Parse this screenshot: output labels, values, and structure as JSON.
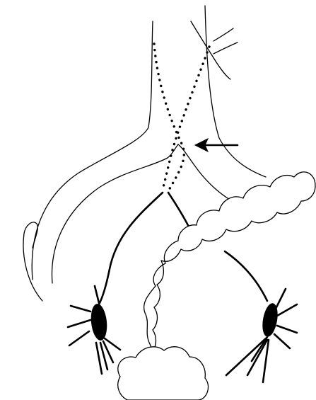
{
  "figure": {
    "ink_color": "#000000",
    "background_color": "#ffffff",
    "elements": {
      "vessel": "branching-vessel-outline",
      "crossing": "dotted-crossing-paths",
      "pointer": "arrow-pointing-left",
      "nodes": [
        "left-elongated-black-node",
        "right-elongated-black-node"
      ],
      "bowel": "convoluted-bowel-loop"
    }
  }
}
